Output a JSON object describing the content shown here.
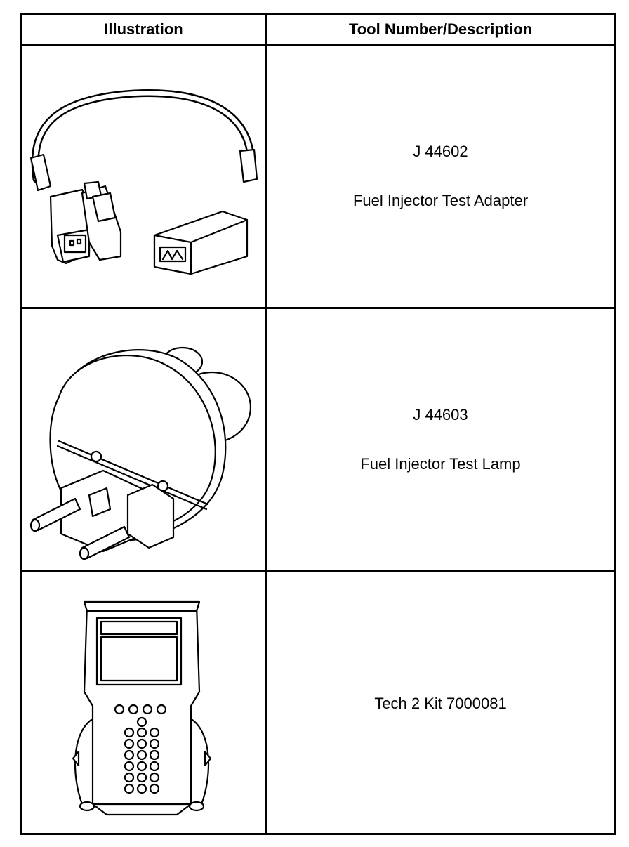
{
  "table": {
    "headers": [
      "Illustration",
      "Tool Number/Description"
    ],
    "rows": [
      {
        "tool_number": "J 44602",
        "description": "Fuel Injector Test Adapter",
        "illustration_icon": "fuel-injector-test-adapter-icon"
      },
      {
        "tool_number": "J 44603",
        "description": "Fuel Injector Test Lamp",
        "illustration_icon": "fuel-injector-test-lamp-icon"
      },
      {
        "tool_number": "",
        "description": "Tech 2 Kit 7000081",
        "illustration_icon": "tech2-scan-tool-icon"
      }
    ]
  }
}
